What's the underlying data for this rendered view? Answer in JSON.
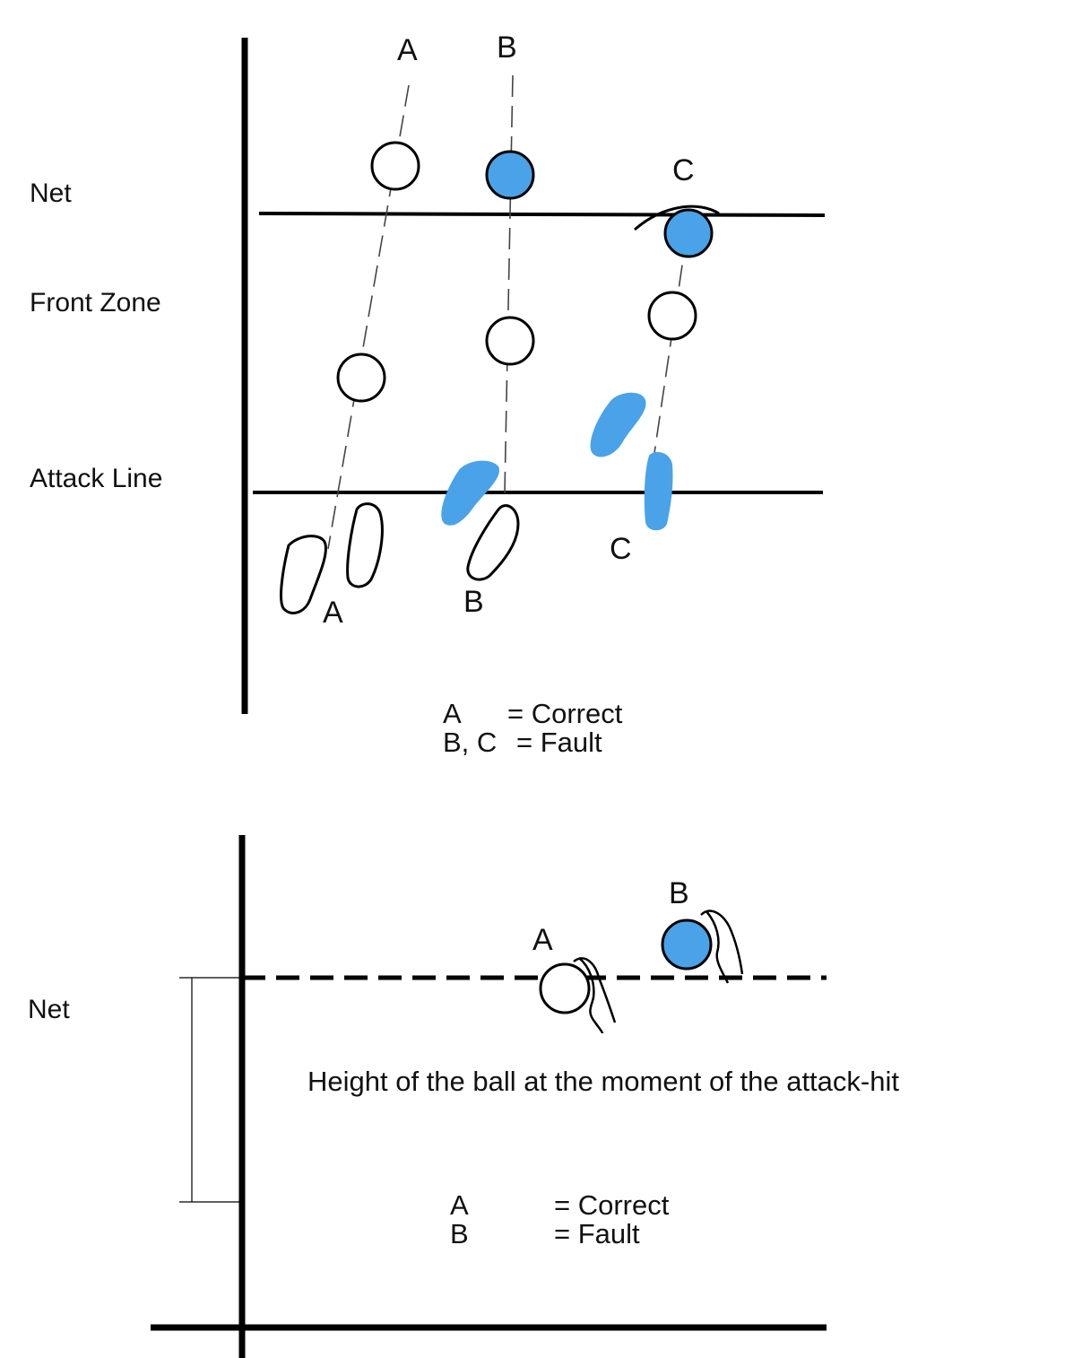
{
  "colors": {
    "fault": "#4aa3e8",
    "line": "#000000",
    "background": "#ffffff"
  },
  "top_diagram": {
    "side_labels": {
      "net": "Net",
      "front_zone": "Front Zone",
      "attack_line": "Attack Line"
    },
    "top_letters": {
      "a": "A",
      "b": "B",
      "c": "C"
    },
    "foot_letters": {
      "a": "A",
      "b": "B",
      "c": "C"
    },
    "legend": {
      "row1_key": "A",
      "row1_value": "= Correct",
      "row2_key": "B, C",
      "row2_value": "= Fault"
    }
  },
  "bottom_diagram": {
    "side_label": "Net",
    "letters": {
      "a": "A",
      "b": "B"
    },
    "caption": "Height of the ball at the moment of the attack-hit",
    "legend": {
      "row1_key": "A",
      "row1_value": "= Correct",
      "row2_key": "B",
      "row2_value": "= Fault"
    }
  }
}
